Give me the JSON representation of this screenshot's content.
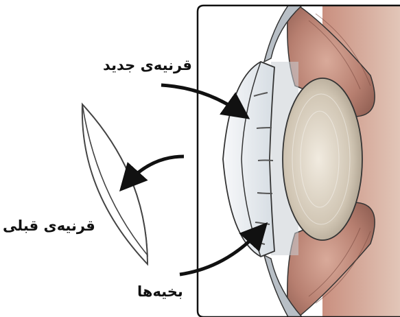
{
  "labels": {
    "new_cornea": "قرنیه‌ی جدید",
    "old_cornea": "قرنیه‌ی قبلی",
    "stitches": "بخیه‌ها"
  },
  "colors": {
    "background": "#ffffff",
    "outline": "#333333",
    "iris": "#b77f70",
    "lens": "#d0c5b3",
    "cornea": "#e9ecef",
    "arrow": "#111111"
  },
  "stitch_count": 6
}
